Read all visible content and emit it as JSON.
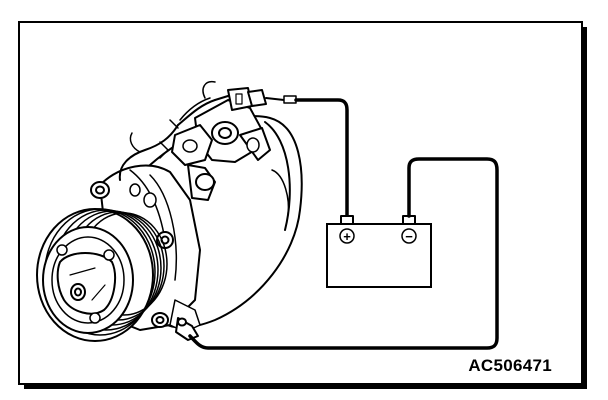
{
  "figure": {
    "code": "AC506471",
    "line_color": "#000000",
    "background": "#ffffff"
  },
  "components": {
    "compressor": {
      "icon": "ac-compressor-icon"
    },
    "battery": {
      "icon": "battery-icon",
      "positive_symbol": "+",
      "negative_symbol": "−"
    },
    "wires": [
      "connector-to-positive-wire",
      "negative-to-ground-wire"
    ]
  }
}
